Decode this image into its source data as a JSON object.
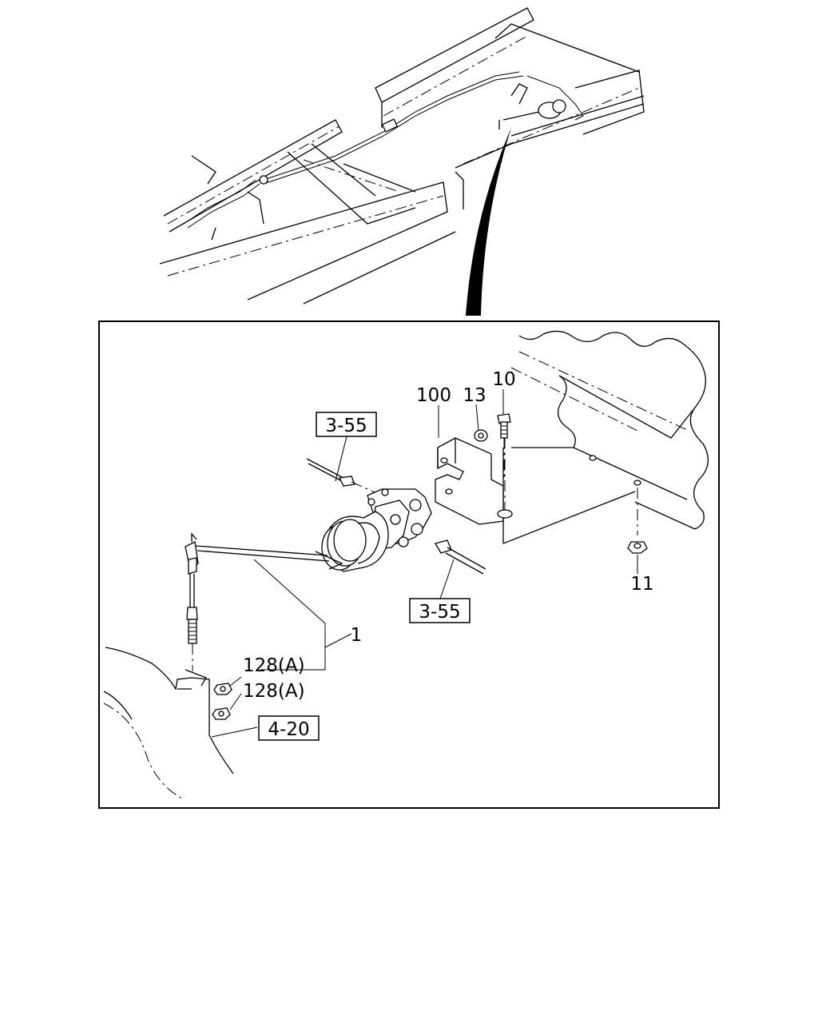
{
  "diagram": {
    "callouts": {
      "part_1": "1",
      "part_10": "10",
      "part_11": "11",
      "part_13": "13",
      "part_100": "100",
      "part_128a_1": "128(A)",
      "part_128a_2": "128(A)"
    },
    "references": {
      "ref_3_55_top": "3-55",
      "ref_3_55_bottom": "3-55",
      "ref_4_20": "4-20"
    },
    "colors": {
      "line": "#000000",
      "background": "#ffffff"
    }
  }
}
